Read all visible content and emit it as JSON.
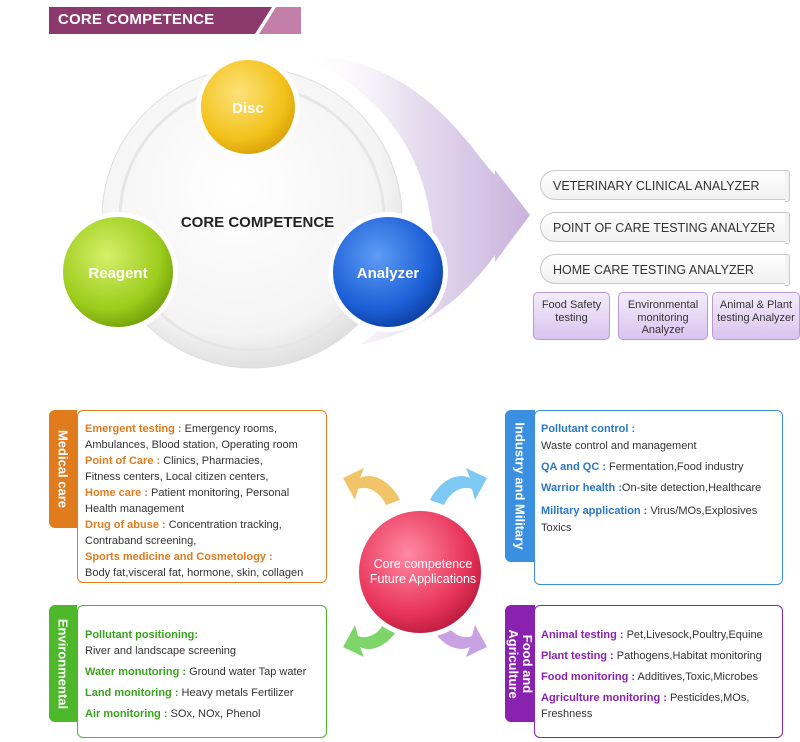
{
  "header": {
    "title": "CORE COMPETENCE"
  },
  "core": {
    "title": "CORE COMPETENCE",
    "disc": "Disc",
    "reagent": "Reagent",
    "analyzer": "Analyzer"
  },
  "analyzers": [
    "VETERINARY CLINICAL ANALYZER",
    "POINT OF CARE TESTING ANALYZER",
    "HOME CARE TESTING ANALYZER"
  ],
  "sub_boxes": [
    {
      "l1": "Food Safety",
      "l2": "testing",
      "l3": ""
    },
    {
      "l1": "Environmental",
      "l2": "monitoring",
      "l3": "Analyzer"
    },
    {
      "l1": "Animal & Plant",
      "l2": "testing Analyzer",
      "l3": ""
    }
  ],
  "center": {
    "l1": "Core competence",
    "l2": "Future Applications"
  },
  "medical": {
    "tab": "Medical care",
    "items": [
      {
        "key": "Emergent testing :",
        "v1": " Emergency rooms,",
        "v2": "Ambulances, Blood station, Operating room"
      },
      {
        "key": "Point of Care :",
        "v1": " Clinics, Pharmacies,",
        "v2": "Fitness centers, Local citizen centers,"
      },
      {
        "key": "Home care :",
        "v1": " Patient monitoring, Personal",
        "v2": "Health management"
      },
      {
        "key": "Drug of abuse :",
        "v1": " Concentration tracking,",
        "v2": "Contraband screening,"
      },
      {
        "key": "Sports medicine and Cosmetology :",
        "v1": "",
        "v2": "Body fat,visceral fat, hormone, skin, collagen"
      }
    ]
  },
  "industry": {
    "tab": "Industry and Military",
    "items": [
      {
        "key": "Pollutant control :",
        "v1": "",
        "v2": "Waste control and management"
      },
      {
        "key": "QA and QC :",
        "v1": " Fermentation,Food industry",
        "v2": ""
      },
      {
        "key": "Warrior health :",
        "v1": "On-site detection,Healthcare",
        "v2": ""
      },
      {
        "key": "Military application :",
        "v1": " Virus/MOs,Explosives",
        "v2": "Toxics"
      }
    ]
  },
  "environmental": {
    "tab": "Environmental",
    "items": [
      {
        "key": "Pollutant positioning:",
        "v1": "",
        "v2": "River and landscape screening"
      },
      {
        "key": "Water monutoring :",
        "v1": " Ground water Tap water",
        "v2": ""
      },
      {
        "key": "Land monitoring :",
        "v1": " Heavy metals Fertilizer",
        "v2": ""
      },
      {
        "key": "Air monitoring :",
        "v1": " SOx, NOx, Phenol",
        "v2": ""
      }
    ]
  },
  "food": {
    "tab_l1": "Food and",
    "tab_l2": "Agriculture",
    "items": [
      {
        "key": "Animal testing :",
        "v1": " Pet,Livesock,Poultry,Equine",
        "v2": ""
      },
      {
        "key": "Plant testing :",
        "v1": " Pathogens,Habitat monitoring",
        "v2": ""
      },
      {
        "key": "Food monitoring :",
        "v1": " Additives,Toxic,Microbes",
        "v2": ""
      },
      {
        "key": "Agriculture monitoring :",
        "v1": " Pesticides,MOs,",
        "v2": "Freshness"
      }
    ]
  },
  "colors": {
    "header": "#8c3a6e",
    "disc": "#f2c21b",
    "reagent": "#9ccc1c",
    "analyzer": "#1c5fd6",
    "medical": "#e07b1e",
    "industry": "#3a8fe0",
    "environmental": "#4cb82a",
    "food": "#8a22b0",
    "center": "#e8345a"
  }
}
